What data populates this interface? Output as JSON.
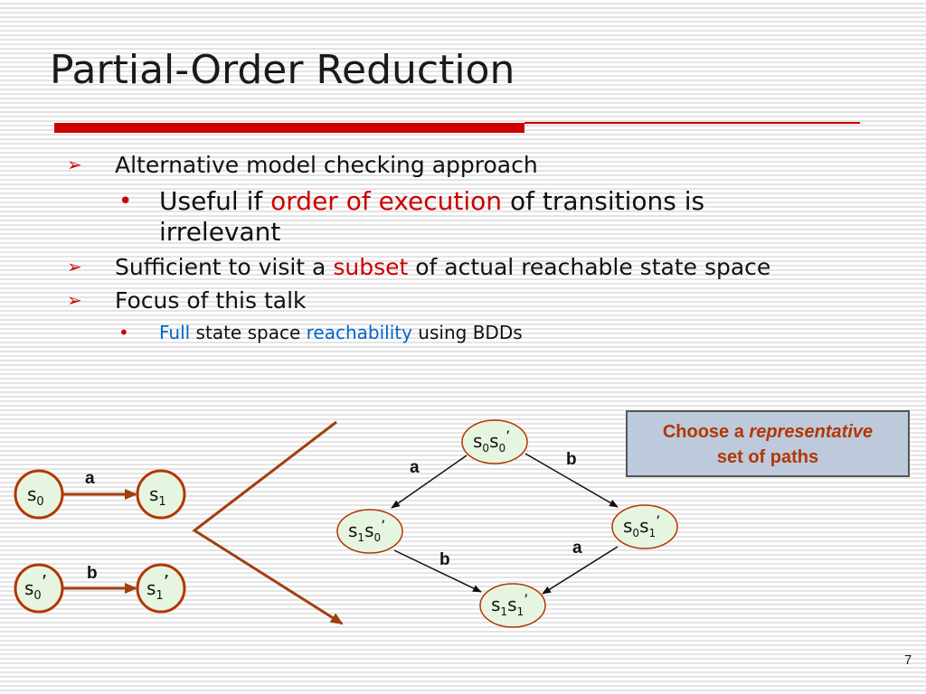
{
  "slide": {
    "title": "Partial-Order Reduction",
    "page_number": "7"
  },
  "bullets": {
    "b1": "Alternative model checking approach",
    "b1_sub_pre": "Useful if ",
    "b1_sub_red": "order of execution",
    "b1_sub_post": " of transitions is",
    "b1_sub_line2": "irrelevant",
    "b2_pre": "Sufficient to visit a ",
    "b2_red": "subset",
    "b2_post": " of actual reachable state space",
    "b3": "Focus of this talk",
    "b3_sub_blue1": "Full",
    "b3_sub_mid": " state space ",
    "b3_sub_blue2": "reachability",
    "b3_sub_post": " using BDDs"
  },
  "left_diagram": {
    "top": {
      "from": "s",
      "from_sub": "0",
      "to": "s",
      "to_sub": "1",
      "label": "a"
    },
    "bottom": {
      "from": "s",
      "from_sub": "0",
      "from_prime": "’",
      "to": "s",
      "to_sub": "1",
      "to_prime": "’",
      "label": "b"
    }
  },
  "product_diagram": {
    "nodes": {
      "top": {
        "a": "s",
        "a_sub": "0",
        "b": "s",
        "b_sub": "0",
        "prime": "’"
      },
      "left": {
        "a": "s",
        "a_sub": "1",
        "b": "s",
        "b_sub": "0",
        "prime": "’"
      },
      "right": {
        "a": "s",
        "a_sub": "0",
        "b": "s",
        "b_sub": "1",
        "prime": "’"
      },
      "bottom": {
        "a": "s",
        "a_sub": "1",
        "b": "s",
        "b_sub": "1",
        "prime": "’"
      }
    },
    "edge_labels": {
      "top_left": "a",
      "top_right": "b",
      "left_bottom": "b",
      "right_bottom": "a"
    }
  },
  "callout": {
    "pre": "Choose a ",
    "italic": "representative",
    "line2": "set of paths"
  },
  "colors": {
    "accent_red": "#cc0000",
    "link_blue": "#0066cc",
    "node_green": "#e6f5e0",
    "node_border": "#b33600",
    "callout_bg": "#bccadb",
    "brace_brown": "#a0400f"
  }
}
